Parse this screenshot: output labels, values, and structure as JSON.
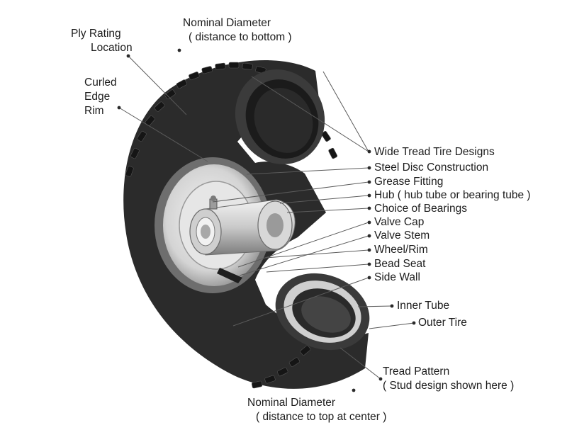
{
  "labels": {
    "nominal_diameter_top": {
      "line1": "Nominal Diameter",
      "line2": "( distance to bottom )"
    },
    "ply_rating": {
      "line1": "Ply Rating",
      "line2": "Location"
    },
    "curled_edge_rim": {
      "line1": "Curled",
      "line2": "Edge",
      "line3": "Rim"
    },
    "wide_tread": "Wide Tread Tire Designs",
    "steel_disc": "Steel Disc Construction",
    "grease_fitting": "Grease Fitting",
    "hub": "Hub ( hub tube or bearing tube )",
    "bearings": "Choice of Bearings",
    "valve_cap": "Valve Cap",
    "valve_stem": "Valve Stem",
    "wheel_rim": "Wheel/Rim",
    "bead_seat": "Bead Seat",
    "side_wall": "Side Wall",
    "inner_tube": "Inner Tube",
    "outer_tire": "Outer Tire",
    "tread_pattern": {
      "line1": "Tread Pattern",
      "line2": "( Stud design shown here )"
    },
    "nominal_diameter_bottom": {
      "line1": "Nominal Diameter",
      "line2": "( distance to top at center )"
    }
  },
  "colors": {
    "tire": "#2a2a2a",
    "tread_block": "#1c1c1c",
    "rim": "#dcdcdc",
    "hub": "#bdbdbd",
    "leader": "#5a5a5a"
  }
}
